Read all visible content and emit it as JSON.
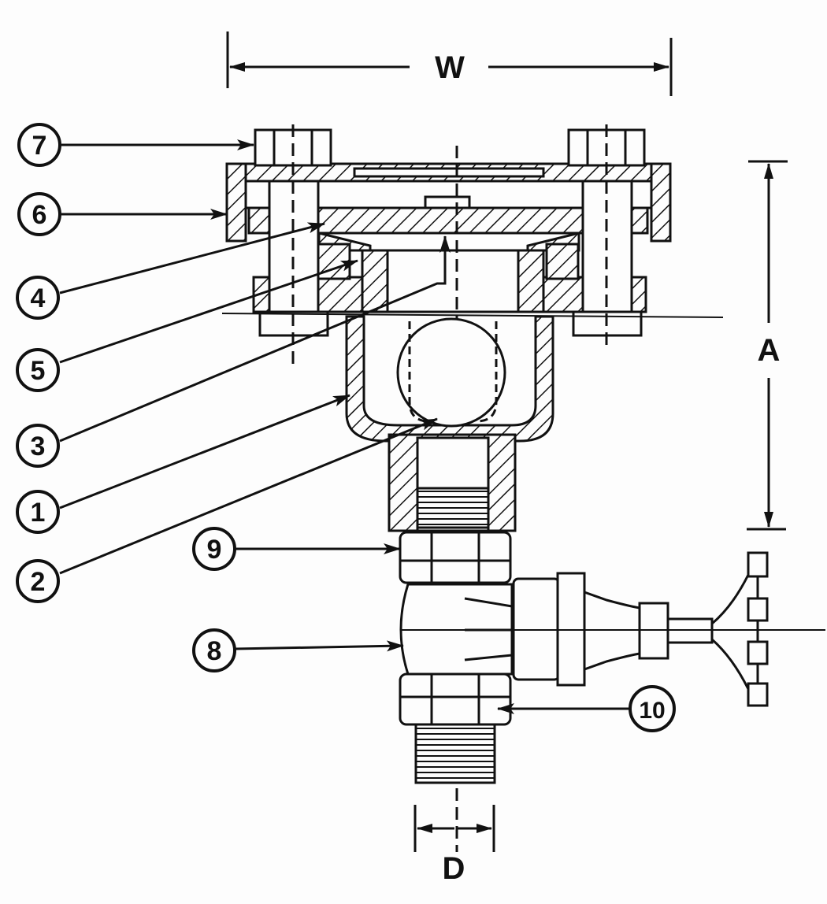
{
  "dimensions": {
    "width_label": "W",
    "height_label": "A",
    "diameter_label": "D"
  },
  "callouts": [
    {
      "id": "c7",
      "label": "7"
    },
    {
      "id": "c6",
      "label": "6"
    },
    {
      "id": "c4",
      "label": "4"
    },
    {
      "id": "c5",
      "label": "5"
    },
    {
      "id": "c3",
      "label": "3"
    },
    {
      "id": "c1",
      "label": "1"
    },
    {
      "id": "c2",
      "label": "2"
    },
    {
      "id": "c9",
      "label": "9"
    },
    {
      "id": "c8",
      "label": "8"
    },
    {
      "id": "c10",
      "label": "10"
    }
  ],
  "colors": {
    "ink": "#111111",
    "paper": "#fdfdfd"
  }
}
